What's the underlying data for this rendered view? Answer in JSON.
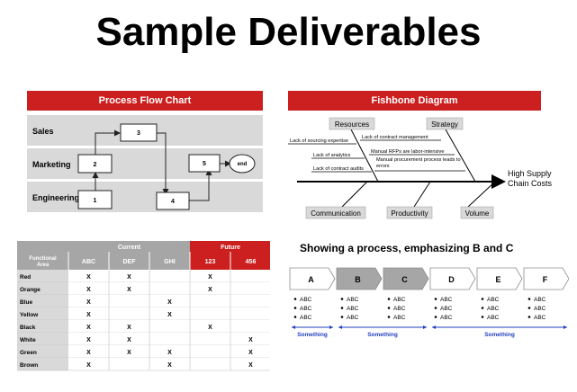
{
  "title": "Sample Deliverables",
  "process_flow": {
    "header": "Process Flow Chart",
    "lanes": [
      "Sales",
      "Marketing",
      "Engineering"
    ],
    "boxes": [
      "1",
      "2",
      "3",
      "4",
      "5"
    ],
    "end_label": "end"
  },
  "fishbone": {
    "header": "Fishbone Diagram",
    "top_categories": [
      "Resources",
      "Strategy"
    ],
    "bottom_categories": [
      "Communication",
      "Productivity",
      "Volume"
    ],
    "causes": [
      "Lack of sourcing expertise",
      "Lack of contract management",
      "Lack of analytics",
      "Manual RFPs are labor-intensive",
      "Lack of contract audits",
      "Manual procurement process leads to errors"
    ],
    "effect": "High Supply Chain Costs"
  },
  "table": {
    "group_current": "Current",
    "group_future": "Future",
    "row_header": "Functional Area",
    "columns": [
      "ABC",
      "DEF",
      "GHI",
      "123",
      "456"
    ],
    "rows": [
      {
        "label": "Red",
        "cells": [
          "X",
          "X",
          "",
          "X",
          ""
        ]
      },
      {
        "label": "Orange",
        "cells": [
          "X",
          "X",
          "",
          "X",
          ""
        ]
      },
      {
        "label": "Blue",
        "cells": [
          "X",
          "",
          "X",
          "",
          ""
        ]
      },
      {
        "label": "Yellow",
        "cells": [
          "X",
          "",
          "X",
          "",
          ""
        ]
      },
      {
        "label": "Black",
        "cells": [
          "X",
          "X",
          "",
          "X",
          ""
        ]
      },
      {
        "label": "White",
        "cells": [
          "X",
          "X",
          "",
          "",
          "X"
        ]
      },
      {
        "label": "Green",
        "cells": [
          "X",
          "X",
          "X",
          "",
          "X"
        ]
      },
      {
        "label": "Brown",
        "cells": [
          "X",
          "",
          "X",
          "",
          "X"
        ]
      }
    ]
  },
  "process_emphasis": {
    "title": "Showing a process, emphasizing B and C",
    "steps": [
      "A",
      "B",
      "C",
      "D",
      "E",
      "F"
    ],
    "emphasized": [
      false,
      true,
      true,
      false,
      false,
      false
    ],
    "bullets": [
      "ABC",
      "ABC",
      "ABC"
    ],
    "spans": [
      "Something",
      "Something",
      "Something"
    ]
  },
  "colors": {
    "brand_red": "#cc1f1f",
    "lane_gray": "#d9d9d9",
    "step_gray": "#a6a6a6",
    "span_blue": "#1f3fbf"
  }
}
